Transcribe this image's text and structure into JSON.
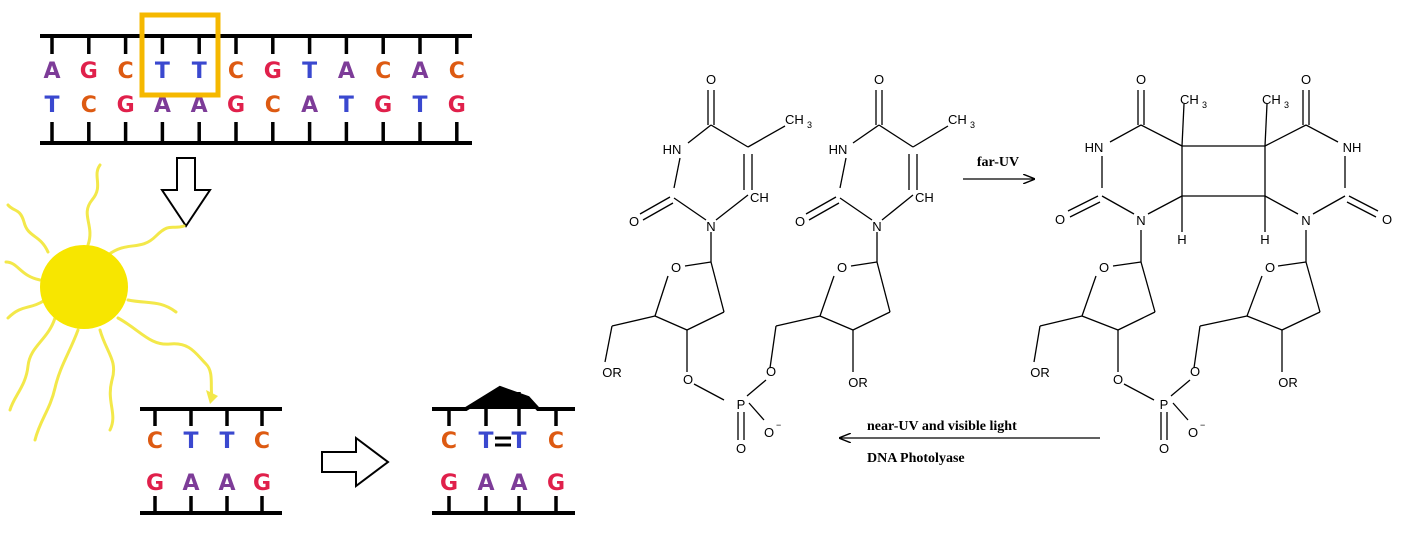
{
  "colors": {
    "A": "#7d3c98",
    "T": "#3a48cf",
    "G": "#e0204b",
    "C": "#dd5a12",
    "highlight": "#f5b800",
    "sun": "#f7e600",
    "ray": "#f3e84a"
  },
  "strand_top": {
    "top": [
      "A",
      "G",
      "C",
      "T",
      "T",
      "C",
      "G",
      "T",
      "A",
      "C",
      "A",
      "C"
    ],
    "bottom": [
      "T",
      "C",
      "G",
      "A",
      "A",
      "G",
      "C",
      "A",
      "T",
      "G",
      "T",
      "G"
    ]
  },
  "strand_small": {
    "top": [
      "C",
      "T",
      "T",
      "C"
    ],
    "bottom": [
      "G",
      "A",
      "A",
      "G"
    ]
  },
  "strand_dimer": {
    "top_left": "C",
    "dimer_a": "T",
    "dimer_b": "T",
    "top_right": "C",
    "bottom": [
      "G",
      "A",
      "A",
      "G"
    ]
  },
  "chem": {
    "ch3": "CH",
    "ch3_sub": "3",
    "ch": "CH",
    "hn": "HN",
    "nh": "NH",
    "n": "N",
    "o": "O",
    "p": "P",
    "h": "H",
    "or": "OR",
    "o_minus": "O"
  },
  "reaction": {
    "forward": "far-UV",
    "reverse_line1": "near-UV and visible light",
    "reverse_line2": "DNA Photolyase"
  },
  "icons": [
    "down-arrow-icon",
    "sun-icon",
    "right-arrow-icon"
  ]
}
